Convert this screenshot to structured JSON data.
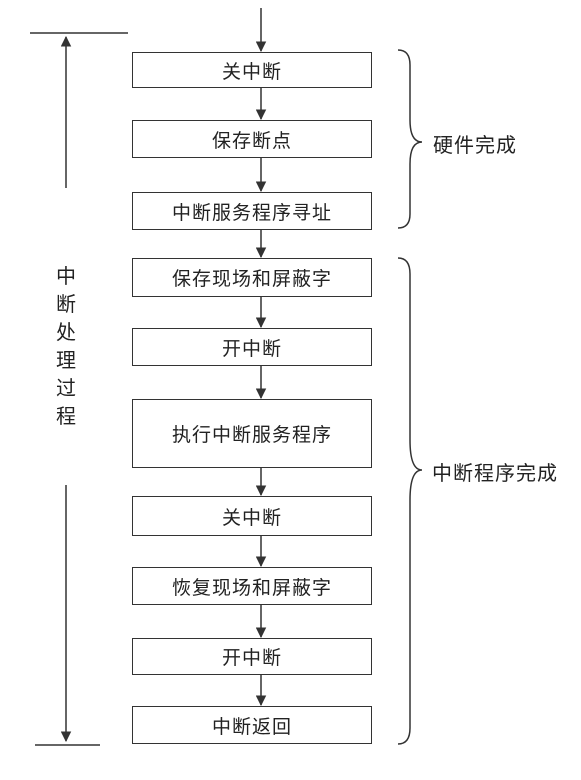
{
  "steps": [
    "关中断",
    "保存断点",
    "中断服务程序寻址",
    "保存现场和屏蔽字",
    "开中断",
    "执行中断服务程序",
    "关中断",
    "恢复现场和屏蔽字",
    "开中断",
    "中断返回"
  ],
  "groups": {
    "hardware": "硬件完成",
    "program": "中断程序完成"
  },
  "process_label": "中断处理过程",
  "colors": {
    "line": "#333333",
    "text": "#222222"
  }
}
